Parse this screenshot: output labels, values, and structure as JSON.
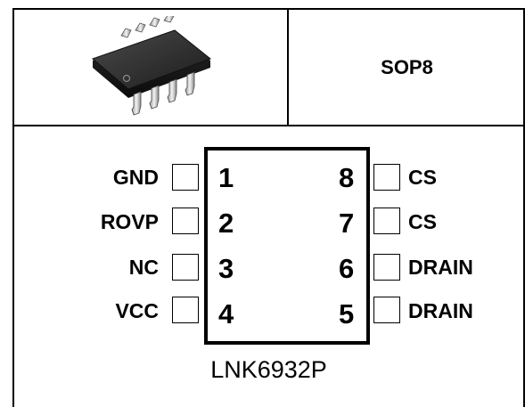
{
  "package": {
    "name": "SOP8"
  },
  "chip": {
    "part_number": "LNK6932P",
    "left_pins": [
      {
        "number": "1",
        "label": "GND"
      },
      {
        "number": "2",
        "label": "ROVP"
      },
      {
        "number": "3",
        "label": "NC"
      },
      {
        "number": "4",
        "label": "VCC"
      }
    ],
    "right_pins": [
      {
        "number": "8",
        "label": "CS"
      },
      {
        "number": "7",
        "label": "CS"
      },
      {
        "number": "6",
        "label": "DRAIN"
      },
      {
        "number": "5",
        "label": "DRAIN"
      }
    ]
  }
}
